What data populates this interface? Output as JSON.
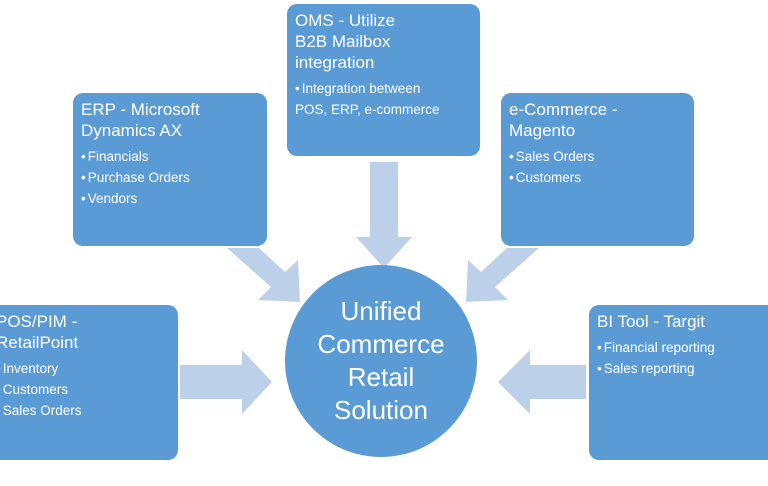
{
  "center": {
    "label": "Unified\nCommerce\nRetail\nSolution"
  },
  "boxes": {
    "oms": {
      "title": "OMS - Utilize\nB2B Mailbox\nintegration",
      "items": [
        "Integration between\nPOS, ERP, e-commerce"
      ]
    },
    "erp": {
      "title": "ERP - Microsoft\nDynamics AX",
      "items": [
        "Financials",
        "Purchase Orders",
        "Vendors"
      ]
    },
    "ecommerce": {
      "title": "e-Commerce -\nMagento",
      "items": [
        "Sales Orders",
        "Customers"
      ]
    },
    "pos": {
      "title": "POS/PIM -\nRetailPoint",
      "items": [
        "Inventory",
        "Customers",
        "Sales Orders"
      ]
    },
    "bi": {
      "title": "BI Tool - Targit",
      "items": [
        "Financial reporting",
        "Sales reporting"
      ]
    }
  },
  "colors": {
    "box_fill": "#5b9bd5",
    "arrow_fill": "#bdd0ea",
    "text": "#ffffff"
  }
}
